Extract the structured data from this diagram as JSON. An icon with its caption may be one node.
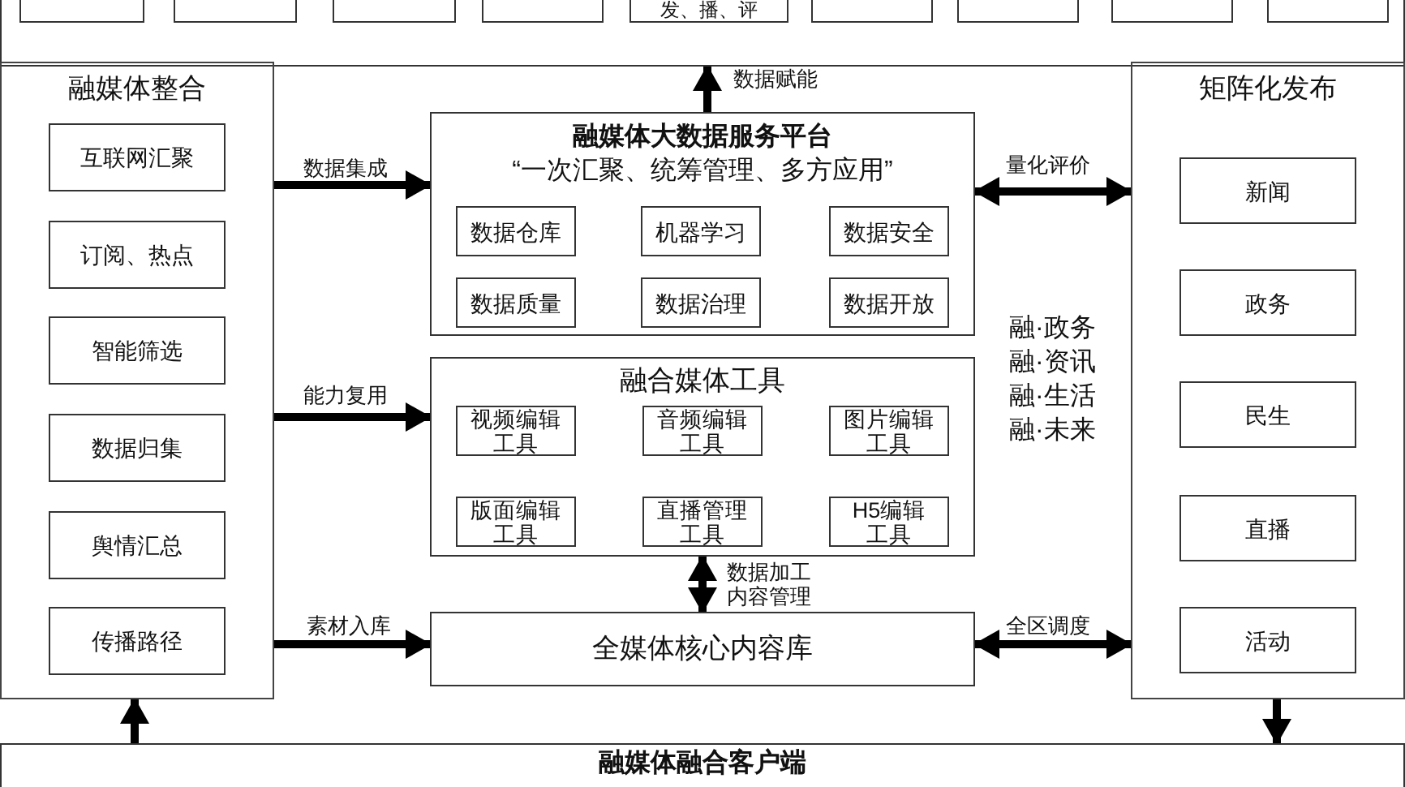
{
  "diagram": {
    "nodes": [
      {
        "text": [],
        "shape": "box"
      },
      {
        "text": [],
        "shape": "box",
        "in": 0
      },
      {
        "text": [],
        "shape": "box",
        "in": 0
      },
      {
        "text": [],
        "shape": "box",
        "in": 0
      },
      {
        "text": [],
        "shape": "box",
        "in": 0
      },
      {
        "text": [
          "发、播、评"
        ],
        "in": 0
      },
      {
        "text": [],
        "shape": "box",
        "in": 0
      },
      {
        "text": [],
        "shape": "box",
        "in": 0
      },
      {
        "text": [],
        "shape": "box",
        "in": 0
      },
      {
        "text": [],
        "shape": "box",
        "in": 0
      },
      {
        "text": [
          "融媒体整合"
        ]
      },
      {
        "text": [
          "互联网汇聚"
        ],
        "in": 10
      },
      {
        "text": [
          "订阅、热点"
        ],
        "in": 10
      },
      {
        "text": [
          "智能筛选"
        ],
        "in": 10
      },
      {
        "text": [
          "数据归集"
        ],
        "in": 10
      },
      {
        "text": [
          "舆情汇总"
        ],
        "in": 10
      },
      {
        "text": [
          "传播路径"
        ],
        "in": 10
      },
      {
        "text": [
          "融媒体大数据服务平台",
          "“一次汇聚、统筹管理、多方应用”"
        ]
      },
      {
        "text": [
          "数据仓库"
        ],
        "in": 17
      },
      {
        "text": [
          "机器学习"
        ],
        "in": 17
      },
      {
        "text": [
          "数据安全"
        ],
        "in": 17
      },
      {
        "text": [
          "数据质量"
        ],
        "in": 17
      },
      {
        "text": [
          "数据治理"
        ],
        "in": 17
      },
      {
        "text": [
          "数据开放"
        ],
        "in": 17
      },
      {
        "text": [
          "融合媒体工具"
        ]
      },
      {
        "text": [
          "视频编辑工具"
        ],
        "in": 24
      },
      {
        "text": [
          "音频编辑工具"
        ],
        "in": 24
      },
      {
        "text": [
          "图片编辑工具"
        ],
        "in": 24
      },
      {
        "text": [
          "版面编辑工具"
        ],
        "in": 24
      },
      {
        "text": [
          "直播管理工具"
        ],
        "in": 24
      },
      {
        "text": [
          "H5编辑工具"
        ],
        "in": 24
      },
      {
        "text": [
          "全媒体核心内容库"
        ]
      },
      {
        "text": [
          "矩阵化发布"
        ]
      },
      {
        "text": [
          "新闻"
        ],
        "in": 32
      },
      {
        "text": [
          "政务"
        ],
        "in": 32
      },
      {
        "text": [
          "民生"
        ],
        "in": 32
      },
      {
        "text": [
          "直播"
        ],
        "in": 32
      },
      {
        "text": [
          "活动"
        ],
        "in": 32
      },
      {
        "text": [
          "融媒体融合客户端"
        ]
      }
    ],
    "edges": [
      {
        "from": 17,
        "to": 0,
        "arrow": "to",
        "label": "数据赋能"
      },
      {
        "from": 24,
        "to": 31,
        "arrow": "both",
        "label": "数据加工内容管理"
      },
      {
        "from": 10,
        "to": 17,
        "arrow": "to",
        "label": "数据集成"
      },
      {
        "from": 10,
        "to": 24,
        "arrow": "to",
        "label": "能力复用"
      },
      {
        "from": 10,
        "to": 31,
        "arrow": "to",
        "label": "素材入库"
      },
      {
        "from": 17,
        "to": 32,
        "arrow": "both",
        "label": "量化评价"
      },
      {
        "from": 31,
        "to": 32,
        "arrow": "both",
        "label": "全区调度"
      },
      {
        "from": 38,
        "to": 10,
        "arrow": "to"
      },
      {
        "from": 32,
        "to": 38,
        "arrow": "to"
      }
    ],
    "labels": [
      "融·政务",
      "融·资讯",
      "融·生活",
      "融·未来"
    ]
  }
}
